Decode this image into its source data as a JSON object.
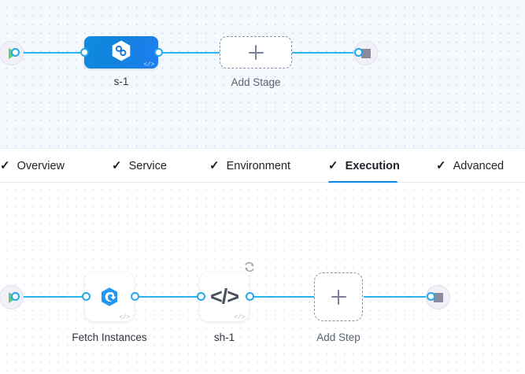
{
  "pipeline": {
    "stage_canvas": {
      "start_node": {
        "name": "start-node",
        "icon": "play-icon"
      },
      "end_node": {
        "name": "end-node",
        "icon": "stop-icon"
      },
      "nodes": [
        {
          "id": "stage-1",
          "label": "s-1",
          "icon": "deployment-hexagon-icon",
          "badge": "</>",
          "type": "stage"
        },
        {
          "id": "add-stage",
          "label": "Add Stage",
          "icon": "plus-icon",
          "type": "add"
        }
      ]
    },
    "tabs": [
      {
        "id": "overview",
        "label": "Overview",
        "check": "✓",
        "active": false
      },
      {
        "id": "service",
        "label": "Service",
        "check": "✓",
        "active": false
      },
      {
        "id": "environment",
        "label": "Environment",
        "check": "✓",
        "active": false
      },
      {
        "id": "execution",
        "label": "Execution",
        "check": "✓",
        "active": true
      },
      {
        "id": "advanced",
        "label": "Advanced",
        "check": "✓",
        "active": false
      }
    ],
    "step_canvas": {
      "start_node": {
        "name": "start-node",
        "icon": "play-icon"
      },
      "end_node": {
        "name": "end-node",
        "icon": "stop-icon"
      },
      "nodes": [
        {
          "id": "fetch-instances",
          "label": "Fetch Instances",
          "icon": "harness-logo-icon",
          "badge": "</>",
          "type": "step"
        },
        {
          "id": "sh-1",
          "label": "sh-1",
          "icon": "shell-script-icon",
          "badge": "</>",
          "loop": "looping-strategy-icon",
          "type": "step"
        },
        {
          "id": "add-step",
          "label": "Add Step",
          "icon": "plus-icon",
          "type": "add"
        }
      ]
    }
  },
  "colors": {
    "wire": "#29b3ef",
    "accent": "#0a84e2",
    "stage_gradient_from": "#0f8ae0",
    "stage_gradient_to": "#1d7ef0",
    "canvas_stage_bg": "#f3f9fd",
    "canvas_steps_bg": "#ffffff",
    "play_green": "#64cc73",
    "stop_gray": "#8a8a9e",
    "dashed_border": "#8b90a6"
  }
}
